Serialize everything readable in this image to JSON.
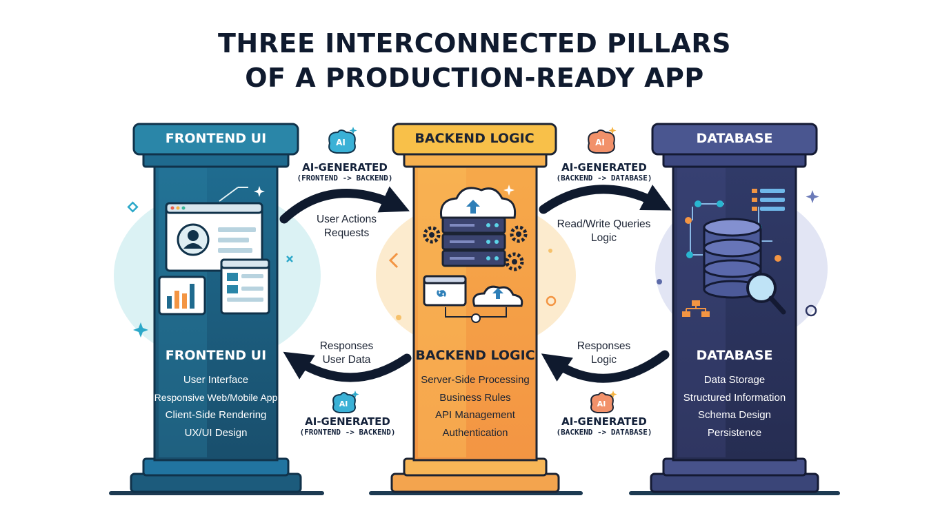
{
  "title": {
    "line1": "THREE INTERCONNECTED PILLARS",
    "line2": "OF A PRODUCTION-READY APP"
  },
  "pillars": {
    "frontend": {
      "cap_label": "FRONTEND UI",
      "title": "FRONTEND UI",
      "items": [
        "User Interface",
        "Responsive Web/Mobile App",
        "Client-Side Rendering",
        "UX/UI Design"
      ],
      "color_top": "#1f6a8e",
      "color_body": "#1c5876"
    },
    "backend": {
      "cap_label": "BACKEND LOGIC",
      "title": "BACKEND LOGIC",
      "items": [
        "Server-Side Processing",
        "Business Rules",
        "API Management",
        "Authentication"
      ],
      "color_top": "#f6ae43",
      "color_body": "#f5a04c"
    },
    "database": {
      "cap_label": "DATABASE",
      "title": "DATABASE",
      "items": [
        "Data Storage",
        "Structured Information",
        "Schema Design",
        "Persistence"
      ],
      "color_top": "#3f4a7c",
      "color_body": "#2d3561"
    }
  },
  "connectors": {
    "fe_be_top": {
      "badge": "AI",
      "label": "AI-GENERATED",
      "sub": "(FRONTEND -> BACKEND)",
      "flow": [
        "User Actions",
        "Requests"
      ]
    },
    "fe_be_bottom": {
      "badge": "AI",
      "label": "AI-GENERATED",
      "sub": "(FRONTEND -> BACKEND)",
      "flow": [
        "Responses",
        "User Data"
      ]
    },
    "be_db_top": {
      "badge": "AI",
      "label": "AI-GENERATED",
      "sub": "(BACKEND -> DATABASE)",
      "flow": [
        "Read/Write Queries",
        "Logic"
      ]
    },
    "be_db_bottom": {
      "badge": "AI",
      "label": "AI-GENERATED",
      "sub": "(BACKEND -> DATABASE)",
      "flow": [
        "Responses",
        "Logic"
      ]
    }
  },
  "icons": {
    "frontend": "browser-window-profile-chart-icon",
    "backend": "cloud-server-gears-icon",
    "database": "database-cylinder-magnifier-icon",
    "badge": "brain-ai-icon"
  }
}
